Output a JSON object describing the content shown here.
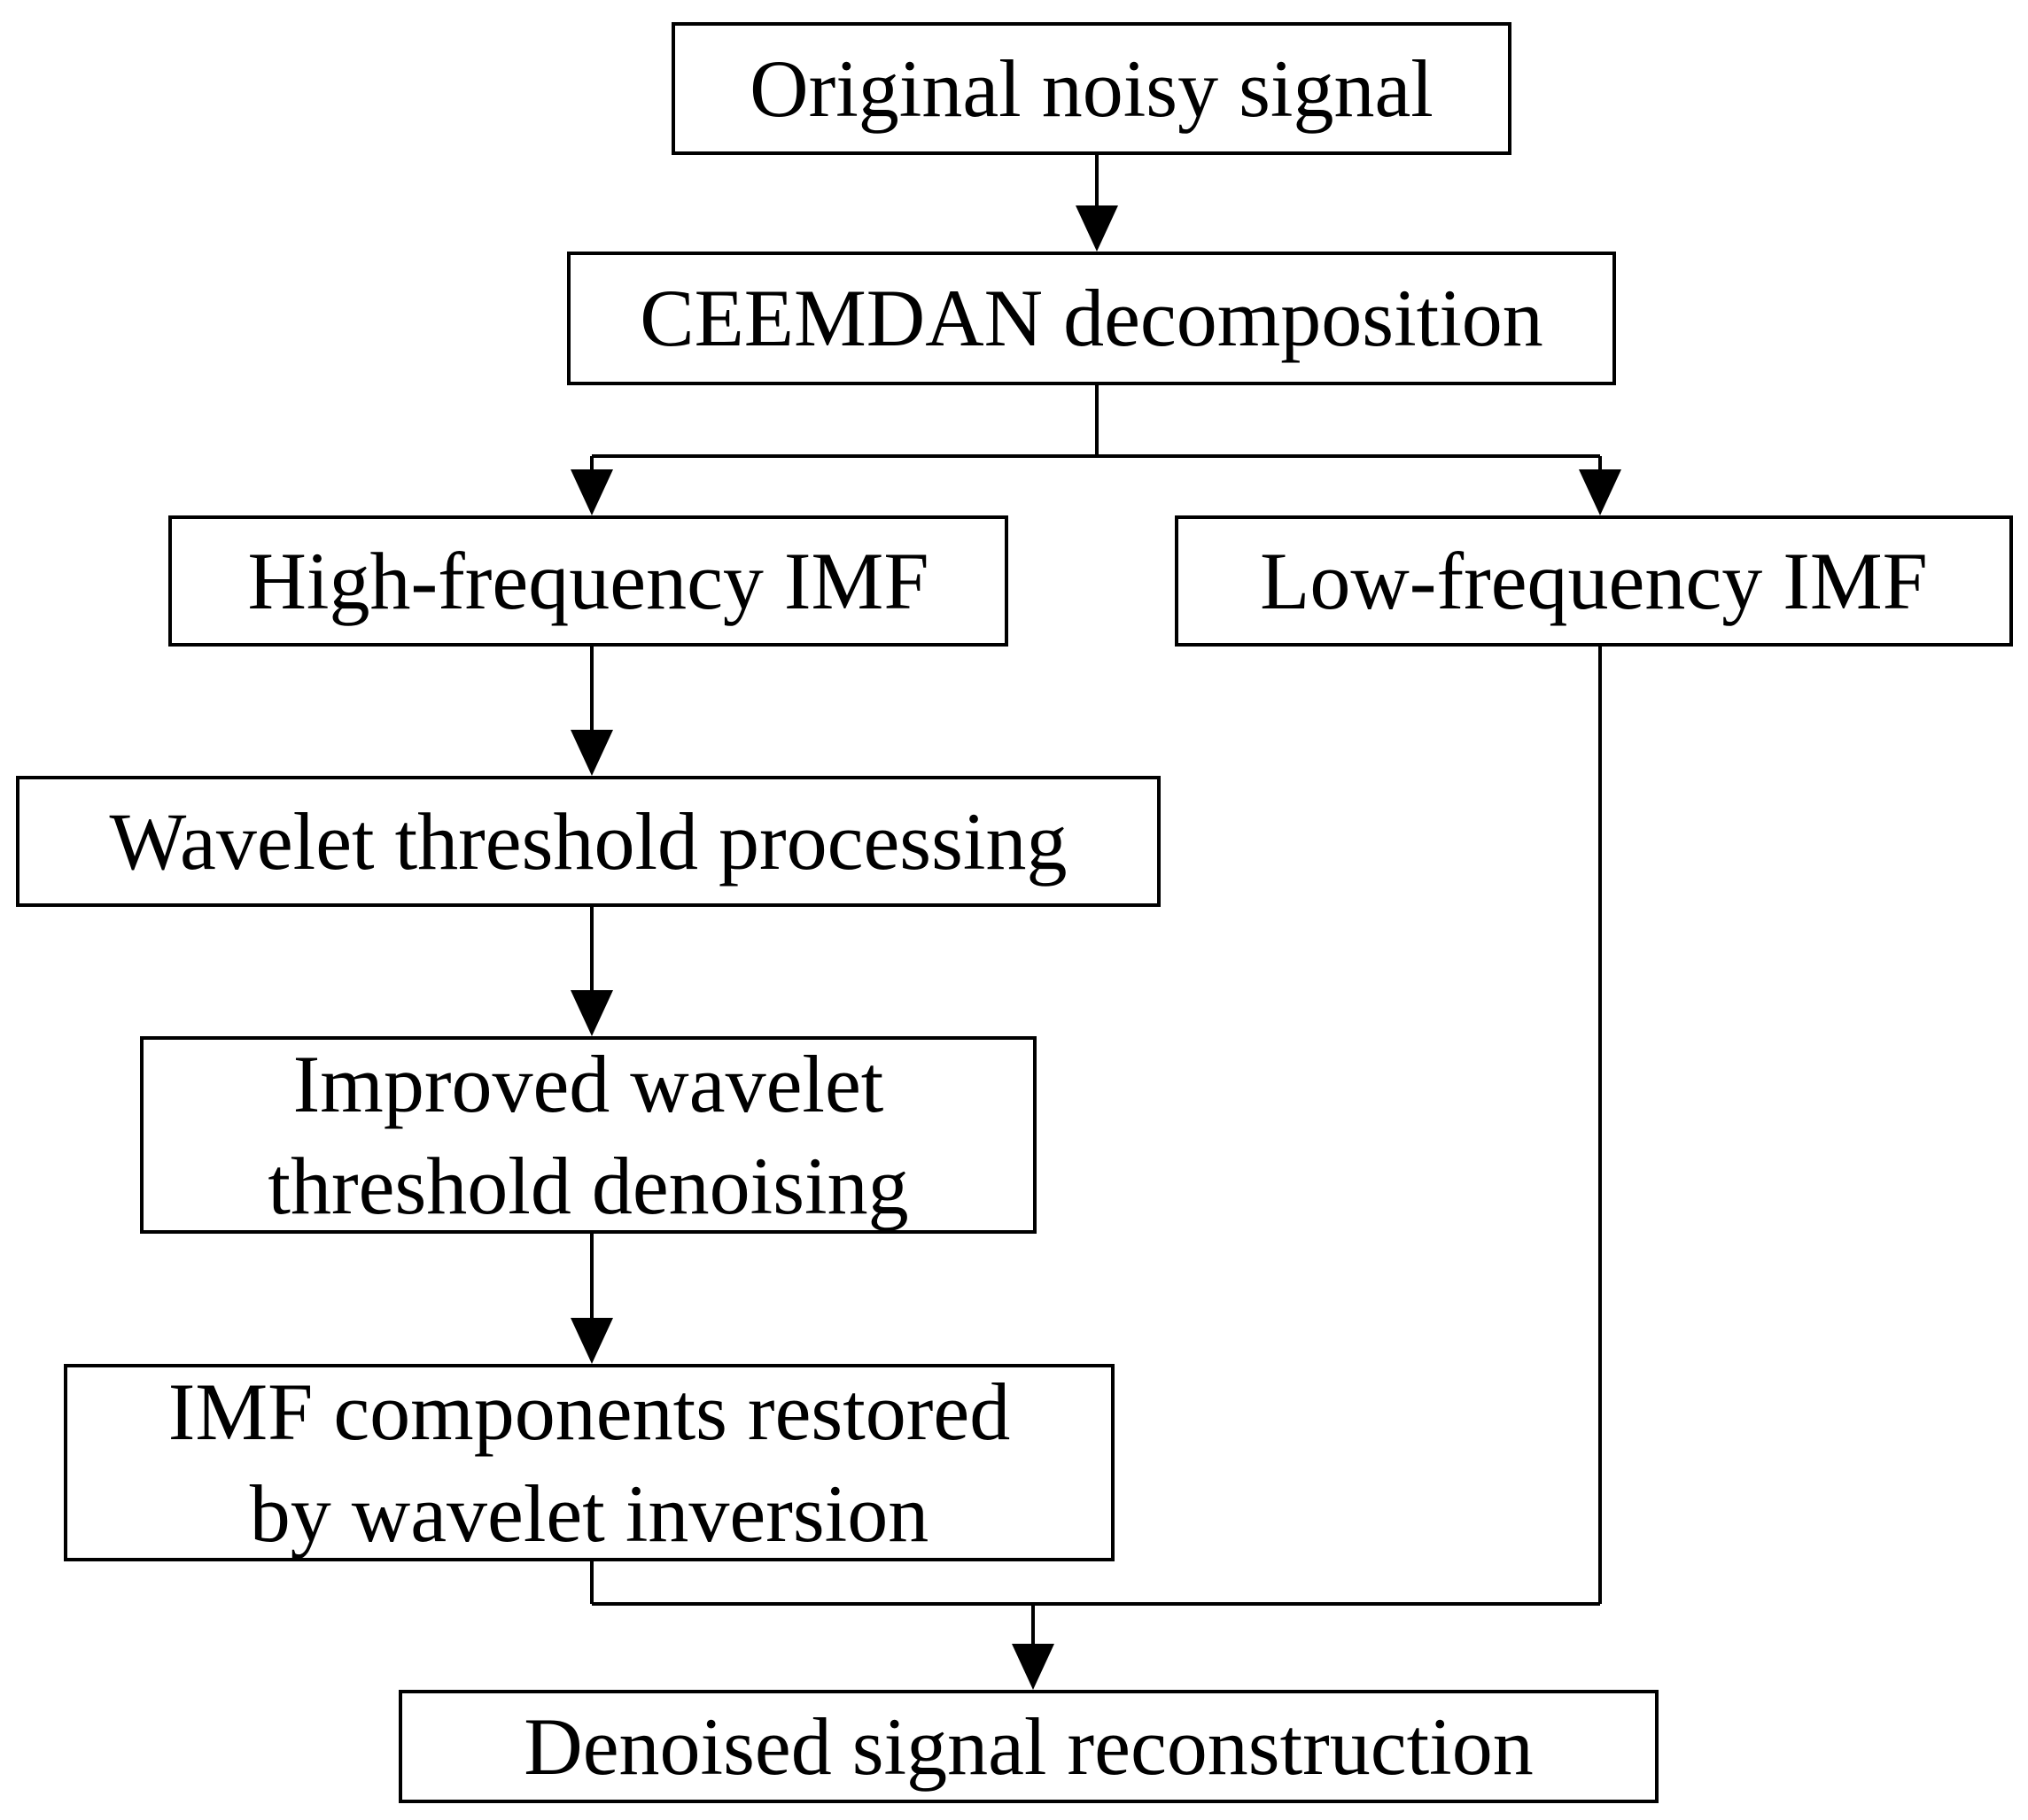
{
  "flowchart": {
    "nodes": {
      "original": {
        "lines": [
          "Original noisy signal"
        ]
      },
      "ceemdan": {
        "lines": [
          "CEEMDAN decomposition"
        ]
      },
      "high": {
        "lines": [
          "High-frequency IMF"
        ]
      },
      "low": {
        "lines": [
          "Low-frequency IMF"
        ]
      },
      "wavelet": {
        "lines": [
          "Wavelet threshold processing"
        ]
      },
      "improved": {
        "lines": [
          "Improved wavelet",
          "threshold denoising"
        ]
      },
      "restored": {
        "lines": [
          "IMF components restored",
          "by wavelet inversion"
        ]
      },
      "reconstruction": {
        "lines": [
          "Denoised signal reconstruction"
        ]
      }
    },
    "edges": [
      {
        "from": "original",
        "to": "ceemdan"
      },
      {
        "from": "ceemdan",
        "to": "high"
      },
      {
        "from": "ceemdan",
        "to": "low"
      },
      {
        "from": "high",
        "to": "wavelet"
      },
      {
        "from": "wavelet",
        "to": "improved"
      },
      {
        "from": "improved",
        "to": "restored"
      },
      {
        "from": "restored",
        "to": "reconstruction"
      },
      {
        "from": "low",
        "to": "reconstruction"
      }
    ]
  }
}
